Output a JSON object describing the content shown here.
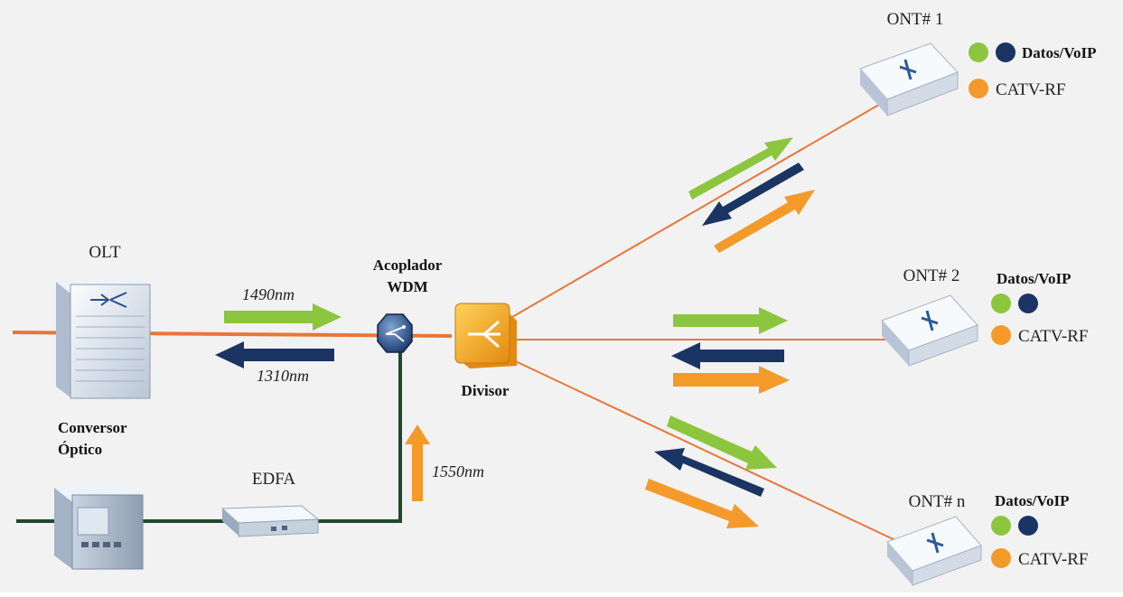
{
  "colors": {
    "background": "#f2f2f2",
    "fiber": "#e8763a",
    "coax_line": "#1f4a2e",
    "green_arrow": "#8cc63f",
    "navy_arrow": "#1a3563",
    "orange_arrow": "#f39a2b"
  },
  "olt": {
    "label": "OLT",
    "icon": "olt-rack-icon"
  },
  "converter": {
    "line1": "Conversor",
    "line2": "Óptico",
    "icon": "optical-converter-icon"
  },
  "edfa": {
    "label": "EDFA",
    "icon": "edfa-amplifier-icon"
  },
  "wdm": {
    "line1": "Acoplador",
    "line2": "WDM",
    "icon": "wdm-coupler-icon"
  },
  "splitter": {
    "label": "Divisor",
    "icon": "splitter-icon"
  },
  "wavelengths": {
    "down": "1490nm",
    "up": "1310nm",
    "video": "1550nm"
  },
  "onts": [
    {
      "label": "ONT# 1",
      "data_label": "Datos/VoIP",
      "rf_label": "CATV-RF"
    },
    {
      "label": "ONT# 2",
      "data_label": "Datos/VoIP",
      "rf_label": "CATV-RF"
    },
    {
      "label": "ONT# n",
      "data_label": "Datos/VoIP",
      "rf_label": "CATV-RF"
    }
  ]
}
